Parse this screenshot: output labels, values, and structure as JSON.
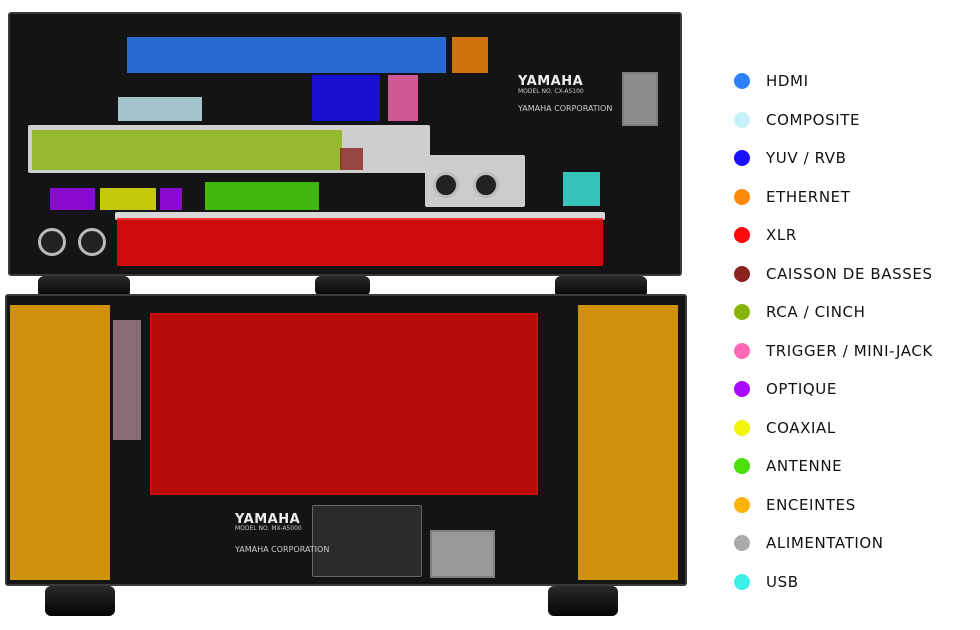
{
  "upper_unit": {
    "brand": "YAMAHA",
    "model": "MODEL NO. CX-A5100",
    "corporation": "YAMAHA CORPORATION"
  },
  "lower_unit": {
    "brand": "YAMAHA",
    "model": "MODEL NO. MX-A5000",
    "corporation": "YAMAHA CORPORATION"
  },
  "legend": [
    {
      "label": "HDMI",
      "color": "#2f80ff"
    },
    {
      "label": "COMPOSITE",
      "color": "#c8f0fa"
    },
    {
      "label": "YUV / RVB",
      "color": "#1a0fff"
    },
    {
      "label": "ETHERNET",
      "color": "#ff8a0a"
    },
    {
      "label": "XLR",
      "color": "#ff0a0a"
    },
    {
      "label": "CAISSON DE BASSES",
      "color": "#8b2420"
    },
    {
      "label": "RCA / CINCH",
      "color": "#88b40a"
    },
    {
      "label": "TRIGGER / MINI-JACK",
      "color": "#ff69b4"
    },
    {
      "label": "OPTIQUE",
      "color": "#a80aff"
    },
    {
      "label": "COAXIAL",
      "color": "#f0f50a"
    },
    {
      "label": "ANTENNE",
      "color": "#4ae00a"
    },
    {
      "label": "ENCEINTES",
      "color": "#ffb20a"
    },
    {
      "label": "ALIMENTATION",
      "color": "#aaaaaa"
    },
    {
      "label": "USB",
      "color": "#3cf0e6"
    }
  ]
}
